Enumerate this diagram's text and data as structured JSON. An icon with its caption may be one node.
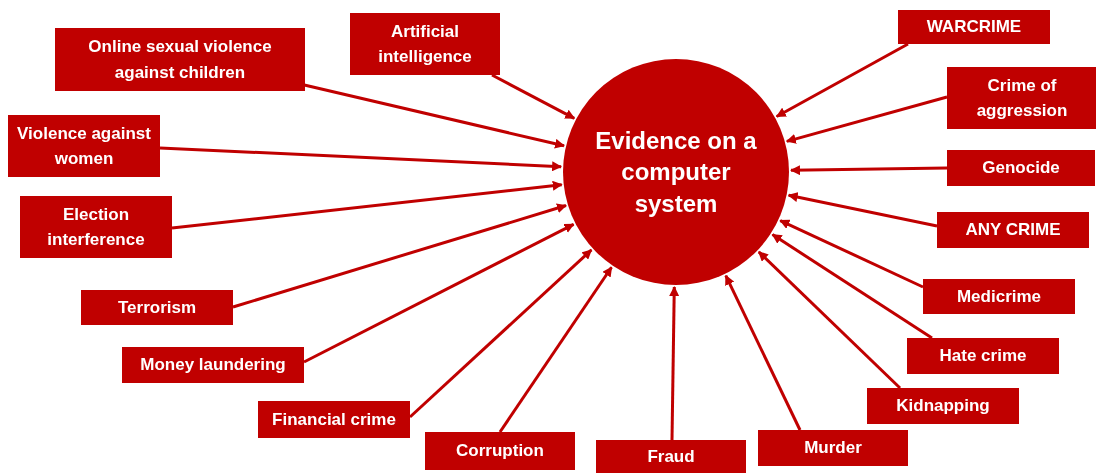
{
  "diagram": {
    "nodes": [
      {
        "text": [
          "Evidence on a computer system"
        ]
      },
      {
        "text": [
          "Online sexual violence against children"
        ]
      },
      {
        "text": [
          "Artificial intelligence"
        ]
      },
      {
        "text": [
          "Violence against women"
        ]
      },
      {
        "text": [
          "Election interference"
        ]
      },
      {
        "text": [
          "Terrorism"
        ]
      },
      {
        "text": [
          "Money laundering"
        ]
      },
      {
        "text": [
          "Financial crime"
        ]
      },
      {
        "text": [
          "Corruption"
        ]
      },
      {
        "text": [
          "Fraud"
        ]
      },
      {
        "text": [
          "Murder"
        ]
      },
      {
        "text": [
          "Kidnapping"
        ]
      },
      {
        "text": [
          "Hate crime"
        ]
      },
      {
        "text": [
          "Medicrime"
        ]
      },
      {
        "text": [
          "ANY CRIME"
        ]
      },
      {
        "text": [
          "Genocide"
        ]
      },
      {
        "text": [
          "Crime of aggression"
        ]
      },
      {
        "text": [
          "WARCRIME"
        ]
      }
    ],
    "edges": [
      {
        "from": 1,
        "to": 0,
        "arrow": "to"
      },
      {
        "from": 2,
        "to": 0,
        "arrow": "to"
      },
      {
        "from": 3,
        "to": 0,
        "arrow": "to"
      },
      {
        "from": 4,
        "to": 0,
        "arrow": "to"
      },
      {
        "from": 5,
        "to": 0,
        "arrow": "to"
      },
      {
        "from": 6,
        "to": 0,
        "arrow": "to"
      },
      {
        "from": 7,
        "to": 0,
        "arrow": "to"
      },
      {
        "from": 8,
        "to": 0,
        "arrow": "to"
      },
      {
        "from": 9,
        "to": 0,
        "arrow": "to"
      },
      {
        "from": 10,
        "to": 0,
        "arrow": "to"
      },
      {
        "from": 11,
        "to": 0,
        "arrow": "to"
      },
      {
        "from": 12,
        "to": 0,
        "arrow": "to"
      },
      {
        "from": 13,
        "to": 0,
        "arrow": "to"
      },
      {
        "from": 14,
        "to": 0,
        "arrow": "to"
      },
      {
        "from": 15,
        "to": 0,
        "arrow": "to"
      },
      {
        "from": 16,
        "to": 0,
        "arrow": "to"
      },
      {
        "from": 17,
        "to": 0,
        "arrow": "to"
      }
    ]
  }
}
